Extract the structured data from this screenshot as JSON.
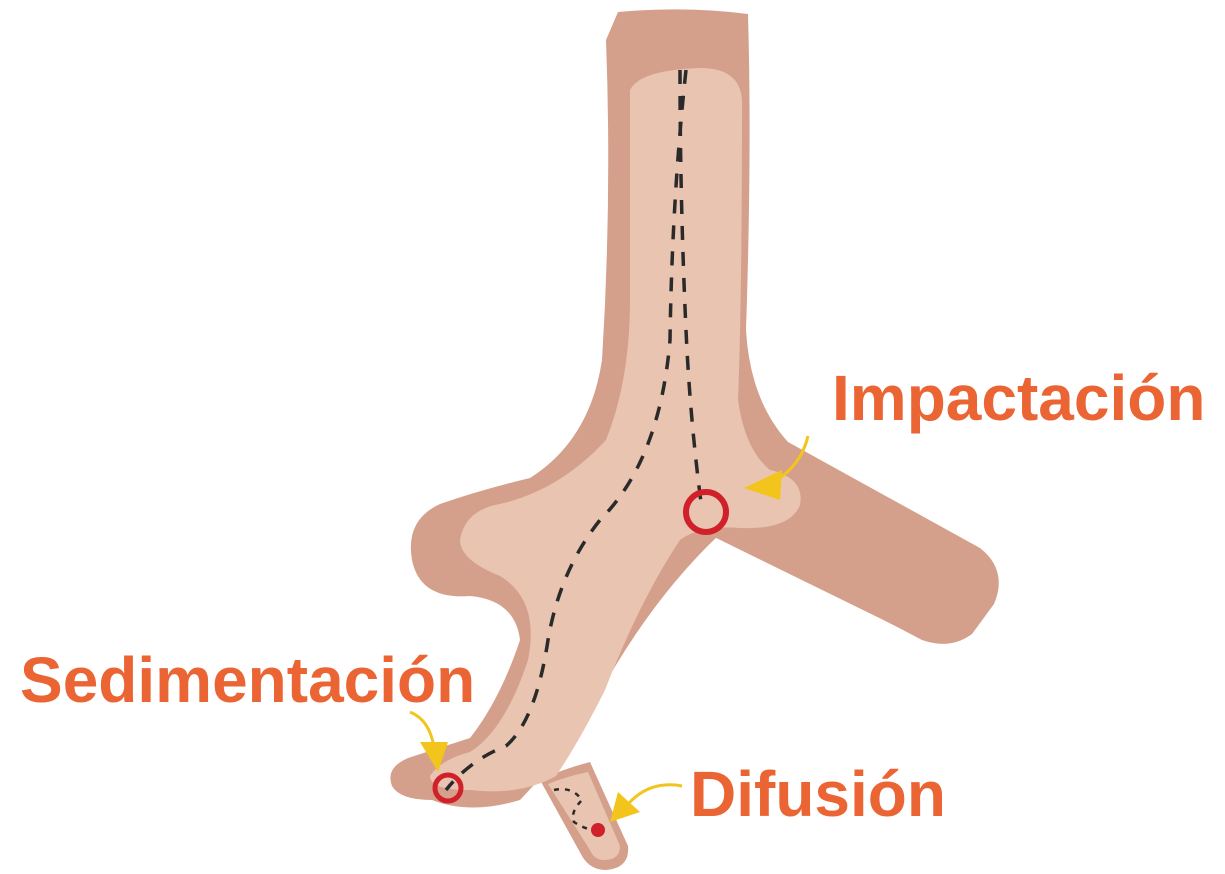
{
  "labels": {
    "impaction": "Impactación",
    "sedimentation": "Sedimentación",
    "diffusion": "Difusión"
  },
  "colors": {
    "label": "#EB6433",
    "airway_outer": "#D4A08C",
    "airway_inner": "#E9C4B0",
    "path_line": "#2A2A2A",
    "deposition_marker": "#D0202A",
    "arrow": "#F2C41C"
  }
}
